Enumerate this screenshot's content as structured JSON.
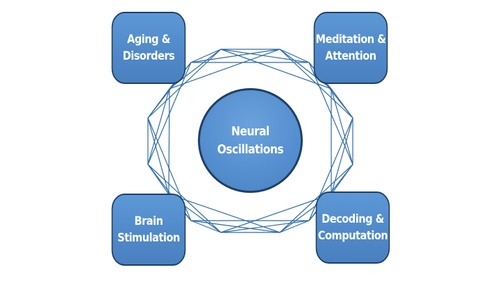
{
  "diagram": {
    "center": {
      "line1": "Neural",
      "line2": "Oscillations"
    },
    "topics": [
      {
        "id": "aging",
        "line1": "Aging &",
        "line2": "Disorders"
      },
      {
        "id": "meditation",
        "line1": "Meditation &",
        "line2": "Attention"
      },
      {
        "id": "stimulation",
        "line1": "Brain",
        "line2": "Stimulation"
      },
      {
        "id": "decoding",
        "line1": "Decoding &",
        "line2": "Computation"
      }
    ],
    "colors": {
      "node_fill": "#5690d0",
      "node_border": "#1f3f66",
      "network_line": "#2e6aa6",
      "text": "#ffffff"
    }
  }
}
